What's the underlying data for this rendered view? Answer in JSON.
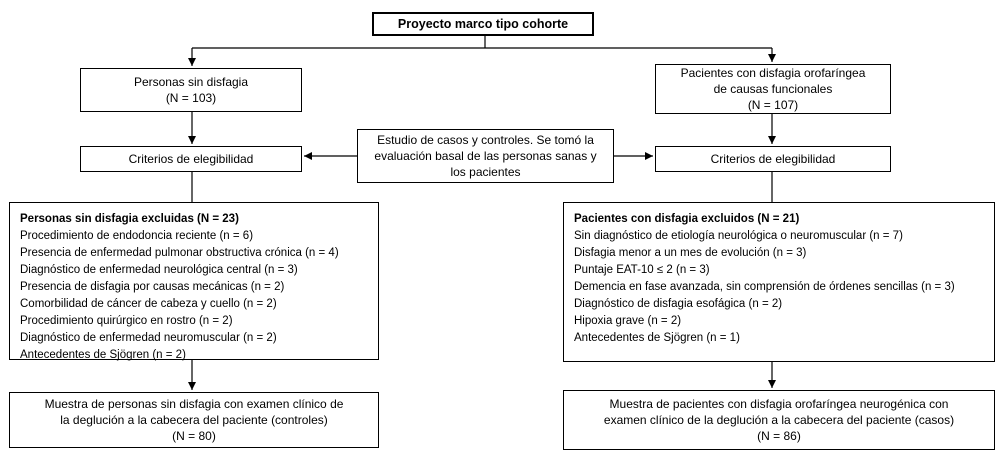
{
  "diagram": {
    "root": {
      "label": "Proyecto marco tipo cohorte"
    },
    "study_note": "Estudio de casos y controles. Se tomó la\nevaluación basal de las personas sanas y\nlos pacientes",
    "controls": {
      "population": "Personas sin disfagia\n(N = 103)",
      "eligibility": "Criterios de elegibilidad",
      "excluded": {
        "title": "Personas sin disfagia excluidas (N = 23)",
        "items": [
          "Procedimiento de endodoncia reciente (n = 6)",
          "Presencia de enfermedad pulmonar obstructiva crónica (n = 4)",
          "Diagnóstico de enfermedad neurológica central (n = 3)",
          "Presencia de disfagia por causas mecánicas (n = 2)",
          "Comorbilidad de cáncer de cabeza y cuello (n = 2)",
          "Procedimiento quirúrgico en rostro (n = 2)",
          "Diagnóstico de enfermedad neuromuscular (n = 2)",
          "Antecedentes de Sjögren (n = 2)"
        ]
      },
      "sample": "Muestra de personas sin disfagia con examen clínico de\nla deglución a la cabecera del paciente (controles)\n(N = 80)"
    },
    "cases": {
      "population": "Pacientes con disfagia orofaríngea\nde causas funcionales\n(N = 107)",
      "eligibility": "Criterios de elegibilidad",
      "excluded": {
        "title": "Pacientes con disfagia excluidos (N = 21)",
        "items": [
          "Sin diagnóstico de etiología neurológica o neuromuscular (n = 7)",
          "Disfagia menor a un mes de evolución (n = 3)",
          "Puntaje EAT-10 ≤ 2 (n = 3)",
          "Demencia en fase avanzada, sin comprensión de órdenes sencillas (n = 3)",
          "Diagnóstico de disfagia esofágica (n = 2)",
          "Hipoxia grave (n = 2)",
          "Antecedentes de Sjögren (n = 1)"
        ]
      },
      "sample": "Muestra de pacientes con disfagia orofaríngea neurogénica con\nexamen clínico de la deglución a la cabecera del paciente (casos)\n(N = 86)"
    },
    "colors": {
      "border": "#000000",
      "background": "#ffffff",
      "text": "#000000"
    }
  }
}
